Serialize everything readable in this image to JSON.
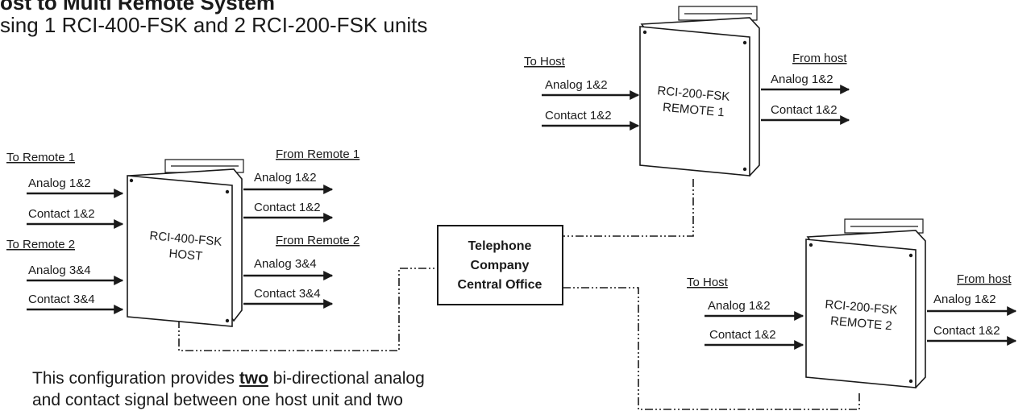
{
  "header": {
    "title": "ost to Multi Remote System",
    "subtitle": "sing 1 RCI-400-FSK and 2 RCI-200-FSK units"
  },
  "host_unit": {
    "model": "RCI-400-FSK",
    "role": "HOST",
    "in_group1_title": "To Remote 1",
    "in_group1_signals": [
      "Analog 1&2",
      "Contact 1&2"
    ],
    "in_group2_title": "To Remote 2",
    "in_group2_signals": [
      "Analog 3&4",
      "Contact 3&4"
    ],
    "out_group1_title": "From Remote 1",
    "out_group1_signals": [
      "Analog 1&2",
      "Contact 1&2"
    ],
    "out_group2_title": "From Remote 2",
    "out_group2_signals": [
      "Analog 3&4",
      "Contact 3&4"
    ]
  },
  "central_office": {
    "line1": "Telephone",
    "line2": "Company",
    "line3": "Central Office"
  },
  "remote1": {
    "model": "RCI-200-FSK",
    "role": "REMOTE 1",
    "in_title": "To Host",
    "in_signals": [
      "Analog 1&2",
      "Contact 1&2"
    ],
    "out_title": "From host",
    "out_signals": [
      "Analog 1&2",
      "Contact 1&2"
    ]
  },
  "remote2": {
    "model": "RCI-200-FSK",
    "role": "REMOTE 2",
    "in_title": "To Host",
    "in_signals": [
      "Analog 1&2",
      "Contact 1&2"
    ],
    "out_title": "From host",
    "out_signals": [
      "Analog 1&2",
      "Contact 1&2"
    ]
  },
  "description": {
    "line1_before": "This configuration provides ",
    "line1_emph": "two",
    "line1_after": " bi-directional analog",
    "line2": "and contact signal between one host unit and two"
  }
}
